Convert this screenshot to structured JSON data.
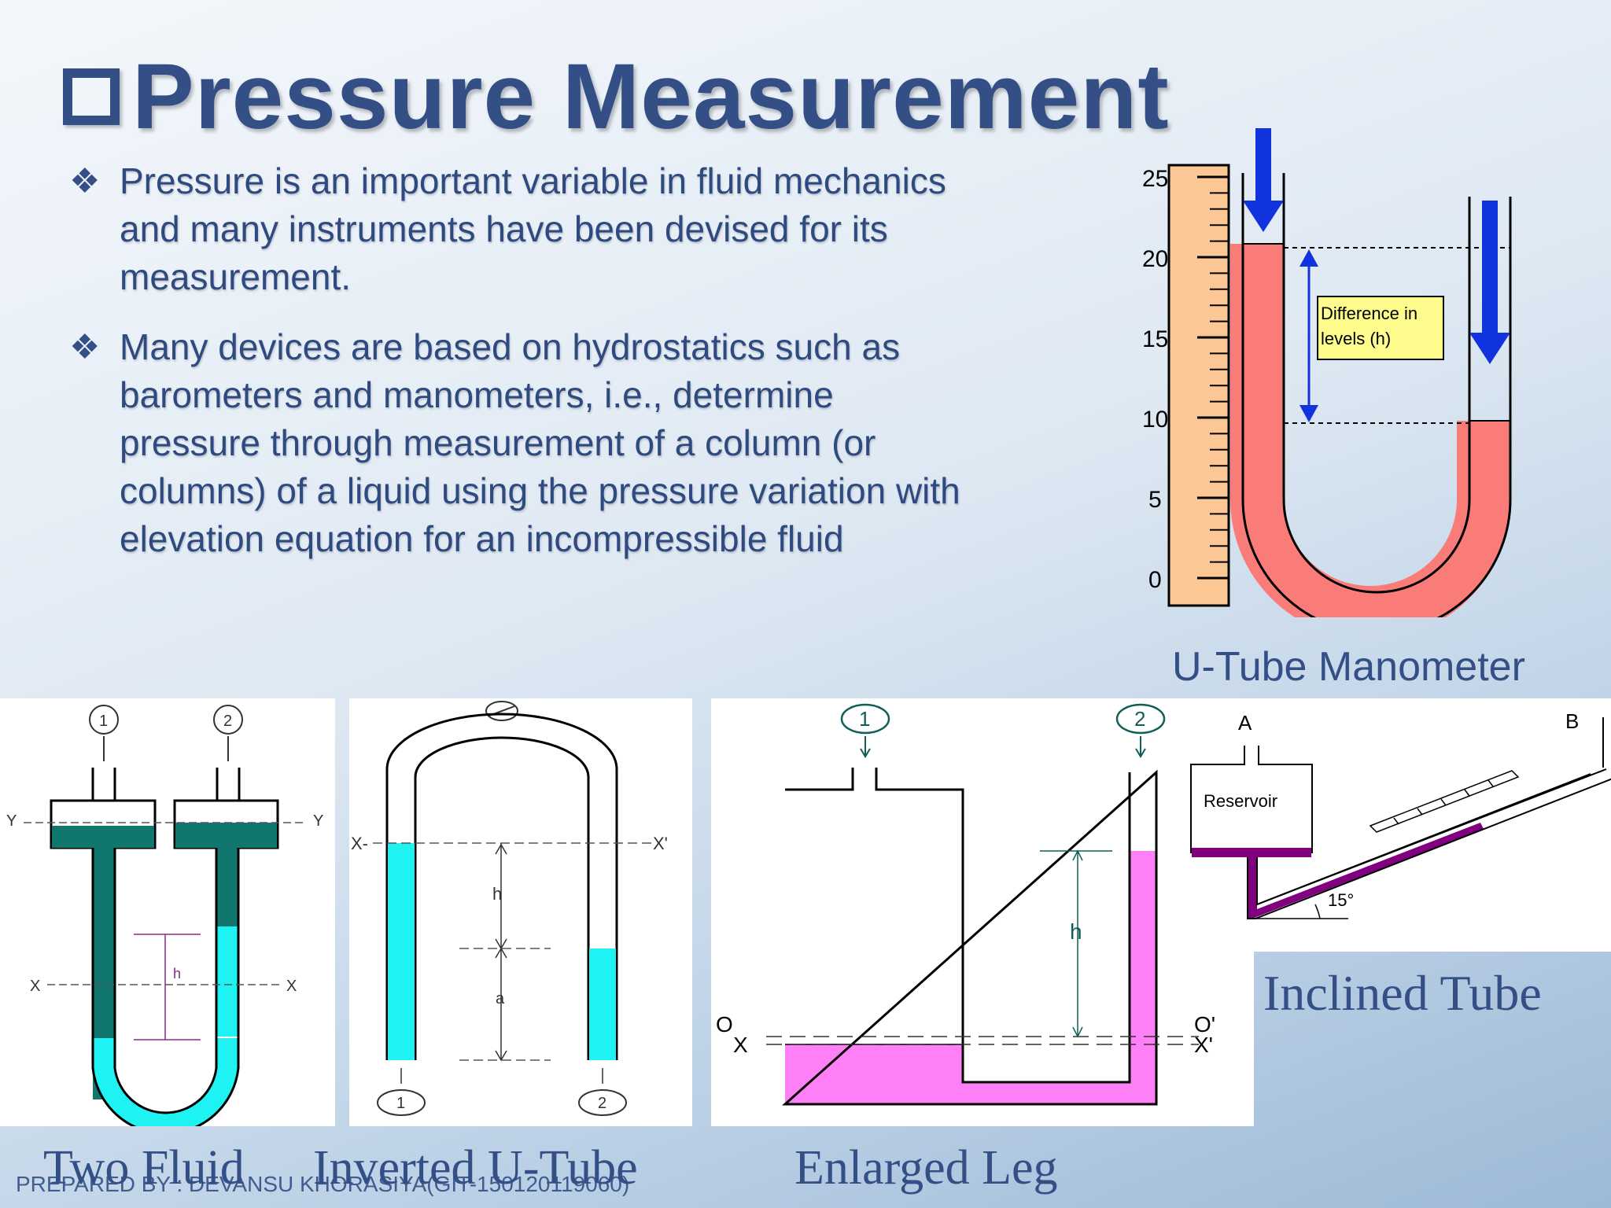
{
  "slide": {
    "title": "Pressure Measurement",
    "bullets": [
      "Pressure is an important variable in fluid mechanics and many instruments have been devised for its measurement.",
      "Many devices are based on hydrostatics such as barometers and manometers, i.e., determine pressure through measurement of a column (or columns) of a liquid using the pressure variation with elevation equation for an incompressible fluid"
    ],
    "footer": "PREPARED BY : DEVANSU KHORASIYA(GIT-150120119060)"
  },
  "utube": {
    "caption": "U-Tube Manometer",
    "scale_ticks": [
      "25",
      "20",
      "15",
      "10",
      "5",
      "0"
    ],
    "difference_label_line1": "Difference in",
    "difference_label_line2": "levels (h)"
  },
  "two_fluid": {
    "caption": "Two Fluid",
    "label_1": "1",
    "label_2": "2",
    "y_left": "Y",
    "y_right": "Y",
    "x_left": "X",
    "x_right": "X",
    "h": "h"
  },
  "inverted": {
    "caption": "Inverted U-Tube",
    "x_left": "X-",
    "x_right": "X'",
    "h": "h",
    "a": "a",
    "label_1": "1",
    "label_2": "2"
  },
  "enlarged": {
    "caption": "Enlarged Leg",
    "label_1": "1",
    "label_2": "2",
    "h": "h",
    "o_left": "O",
    "x_left": "X",
    "o_right": "O'",
    "x_right": "X'"
  },
  "inclined": {
    "caption": "Inclined Tube",
    "a": "A",
    "b": "B",
    "reservoir": "Reservoir",
    "angle": "15°"
  }
}
